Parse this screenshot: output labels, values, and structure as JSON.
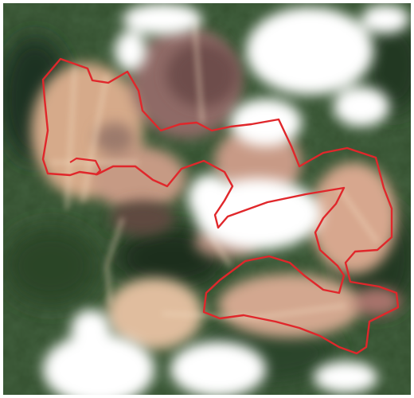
{
  "scene": {
    "kind": "satellite-image",
    "contents": [
      "forest",
      "cleared-land",
      "clouds",
      "dirt-roads"
    ]
  },
  "overlay": {
    "outline_color": "#e0272b",
    "regions": 1
  },
  "colors": {
    "forest": "#2f4a2c",
    "forest_dark": "#1f3320",
    "clearing": "#d9ad8f",
    "clearing_dark": "#7a5a52",
    "road": "#f3dcc0",
    "cloud": "#ffffff"
  }
}
